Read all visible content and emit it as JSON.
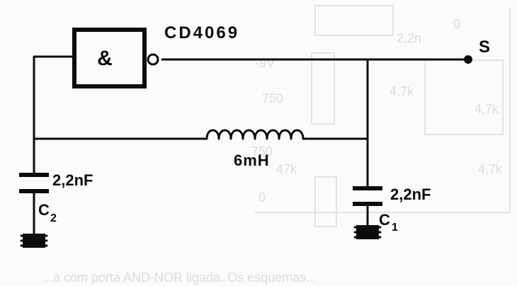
{
  "gate": {
    "symbol": "&",
    "part_number": "CD4069"
  },
  "output": {
    "label": "S"
  },
  "inductor": {
    "value": "6mH"
  },
  "capacitor_c2": {
    "value": "2,2nF",
    "ref_letter": "C",
    "ref_sub": "2"
  },
  "capacitor_c1": {
    "value": "2,2nF",
    "ref_letter": "C",
    "ref_sub": "1"
  },
  "background_bleed": {
    "labels": [
      "750",
      "750",
      "-9V",
      "4,7k",
      "4,7k",
      "4,7k",
      "0",
      "0",
      "47k",
      "2,2n"
    ],
    "caption": "...a com porta AND-NOR ligada. Os esquemas..."
  },
  "colors": {
    "ink": "#0c0c0c",
    "paper": "#fbfbfa",
    "bleed": "#dcdcdc"
  }
}
